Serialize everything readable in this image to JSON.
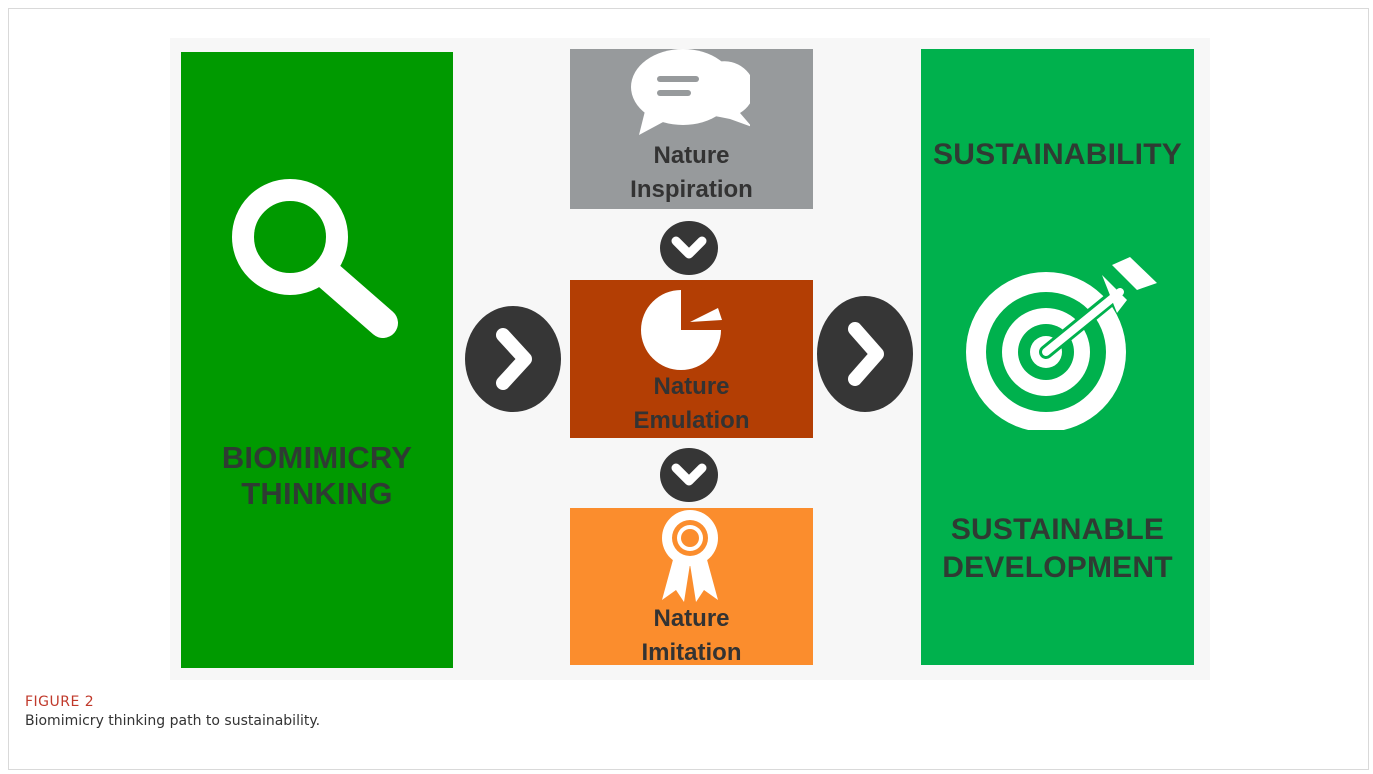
{
  "left_panel": {
    "line1": "BIOMIMICRY",
    "line2": "THINKING",
    "icon": "magnifier-icon",
    "color": "#009a00"
  },
  "middle": {
    "inspiration": {
      "line1": "Nature",
      "line2": "Inspiration",
      "icon": "chat-bubbles-icon",
      "color": "#979a9c"
    },
    "emulation": {
      "line1": "Nature",
      "line2": "Emulation",
      "icon": "pie-chart-icon",
      "color": "#b33e04"
    },
    "imitation": {
      "line1": "Nature",
      "line2": "Imitation",
      "icon": "award-ribbon-icon",
      "color": "#fb8d2d"
    }
  },
  "right_panel": {
    "top_label": "SUSTAINABILITY",
    "bottom_line1": "SUSTAINABLE",
    "bottom_line2": "DEVELOPMENT",
    "icon": "target-arrow-icon",
    "color": "#00b14d"
  },
  "caption": {
    "label": "FIGURE 2",
    "text": "Biomimicry thinking path to sustainability."
  }
}
